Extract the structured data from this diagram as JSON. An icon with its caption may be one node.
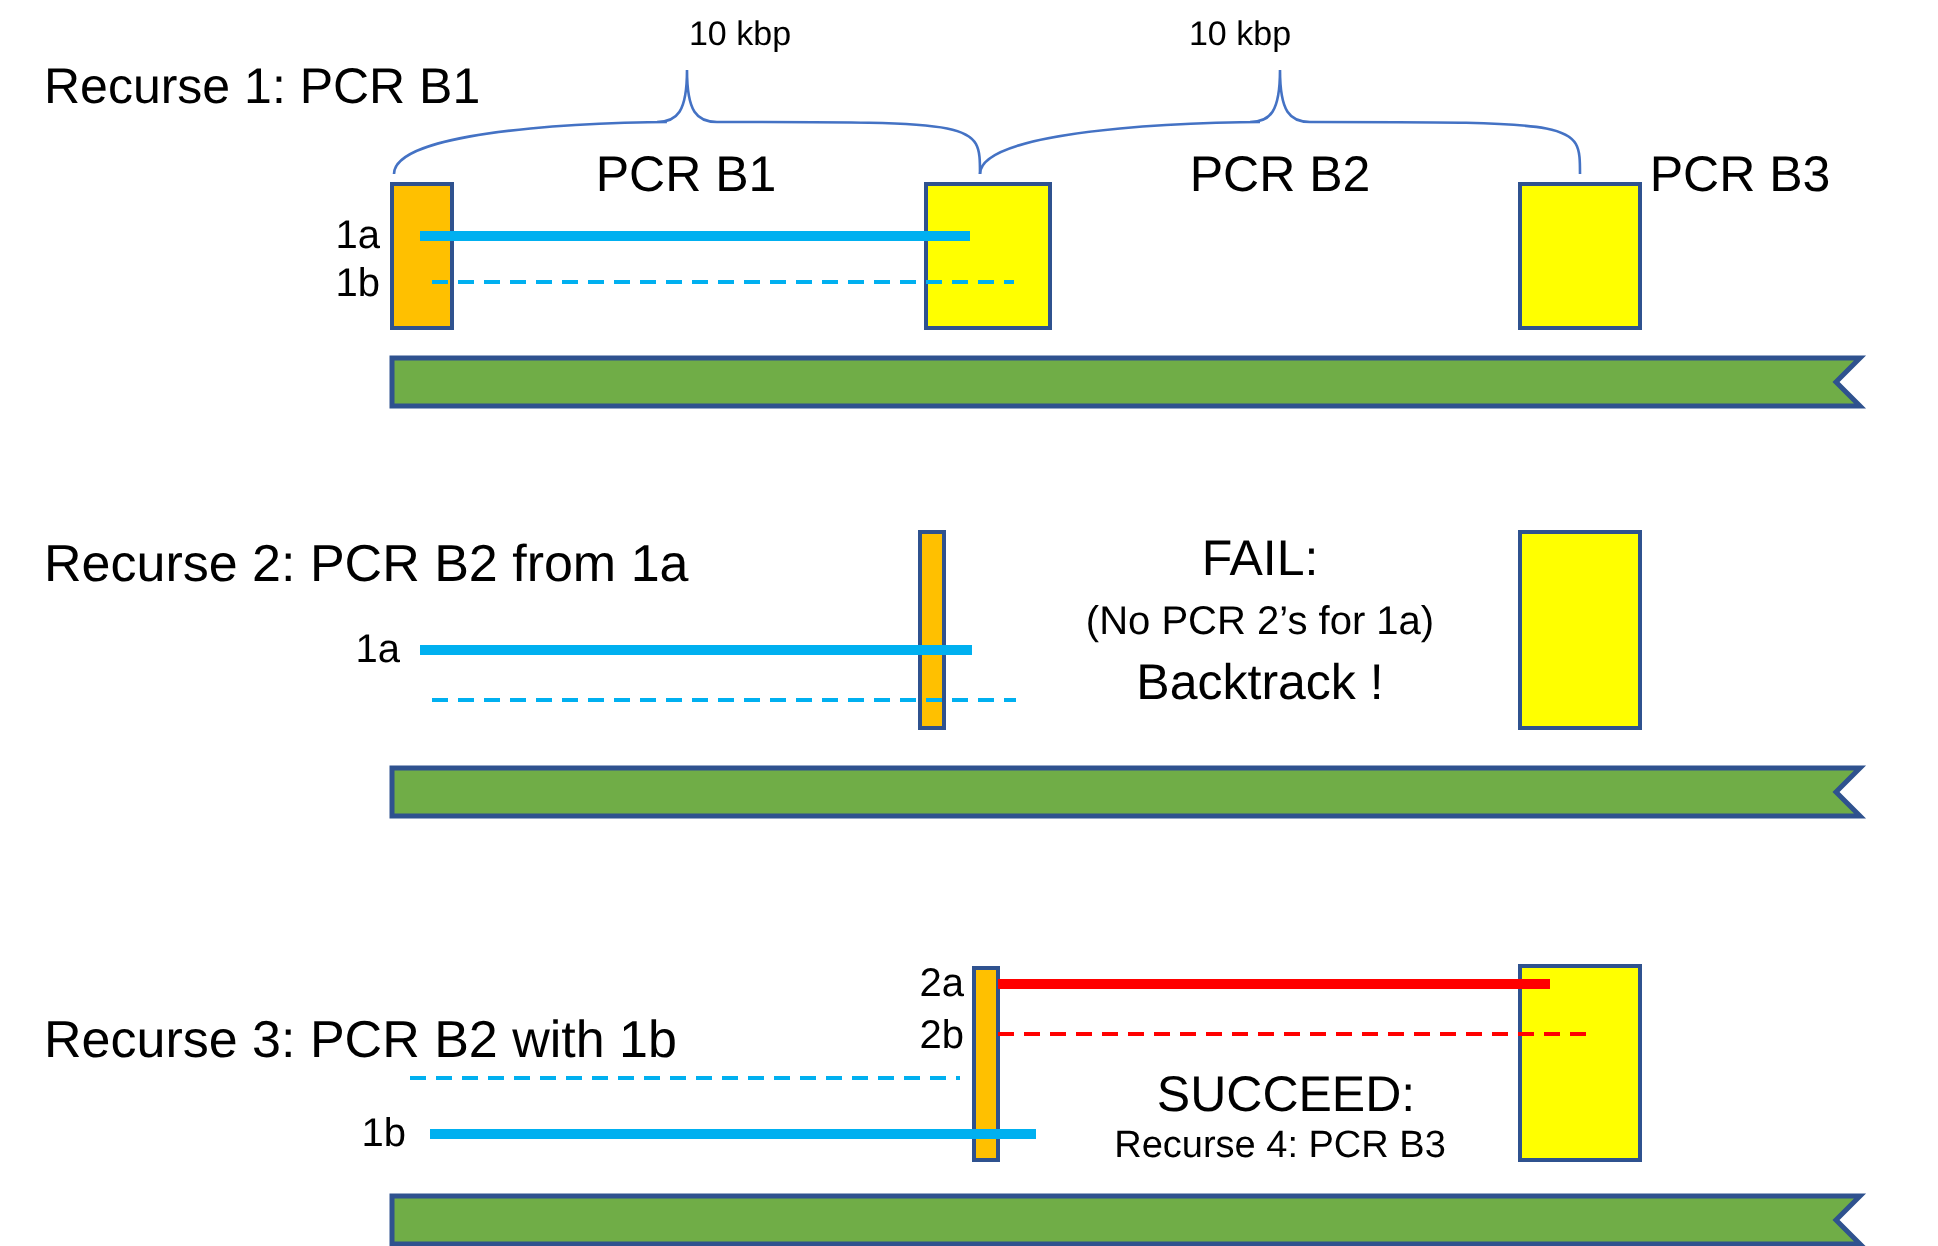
{
  "diagram": {
    "labels": [
      "Recurse 1: PCR B1",
      "10 kbp",
      "10 kbp",
      "PCR B1",
      "PCR B2",
      "PCR B3",
      "1a",
      "1b",
      "Recurse 2: PCR B2 from 1a",
      "FAIL:",
      "(No PCR 2’s for 1a)",
      "Backtrack !",
      "1a",
      "Recurse 3: PCR B2 with 1b",
      "2a",
      "2b",
      "SUCCEED:",
      "1b",
      "Recurse 4: PCR B3"
    ]
  }
}
